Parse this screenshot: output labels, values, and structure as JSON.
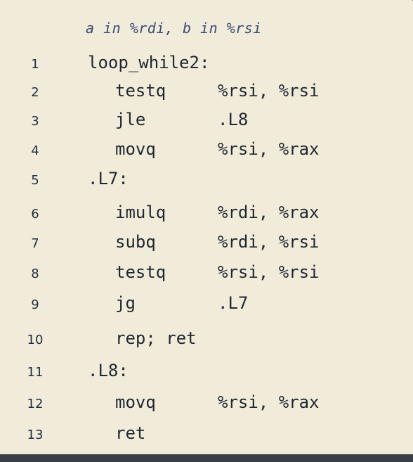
{
  "header": "a in %rdi, b in %rsi",
  "lines": [
    {
      "num": "1",
      "label": "loop_while2:",
      "instr": "",
      "operands": ""
    },
    {
      "num": "2",
      "label": "",
      "instr": "testq",
      "operands": "%rsi, %rsi"
    },
    {
      "num": "3",
      "label": "",
      "instr": "jle",
      "operands": ".L8"
    },
    {
      "num": "4",
      "label": "",
      "instr": "movq",
      "operands": "%rsi, %rax"
    },
    {
      "num": "5",
      "label": ".L7:",
      "instr": "",
      "operands": ""
    },
    {
      "num": "6",
      "label": "",
      "instr": "imulq",
      "operands": "%rdi, %rax"
    },
    {
      "num": "7",
      "label": "",
      "instr": "subq",
      "operands": "%rdi, %rsi"
    },
    {
      "num": "8",
      "label": "",
      "instr": "testq",
      "operands": "%rsi, %rsi"
    },
    {
      "num": "9",
      "label": "",
      "instr": "jg",
      "operands": ".L7"
    },
    {
      "num": "10",
      "label": "",
      "instr": "rep; ret",
      "operands": ""
    },
    {
      "num": "11",
      "label": ".L8:",
      "instr": "",
      "operands": ""
    },
    {
      "num": "12",
      "label": "",
      "instr": "movq",
      "operands": "%rsi, %rax"
    },
    {
      "num": "13",
      "label": "",
      "instr": "ret",
      "operands": ""
    }
  ]
}
